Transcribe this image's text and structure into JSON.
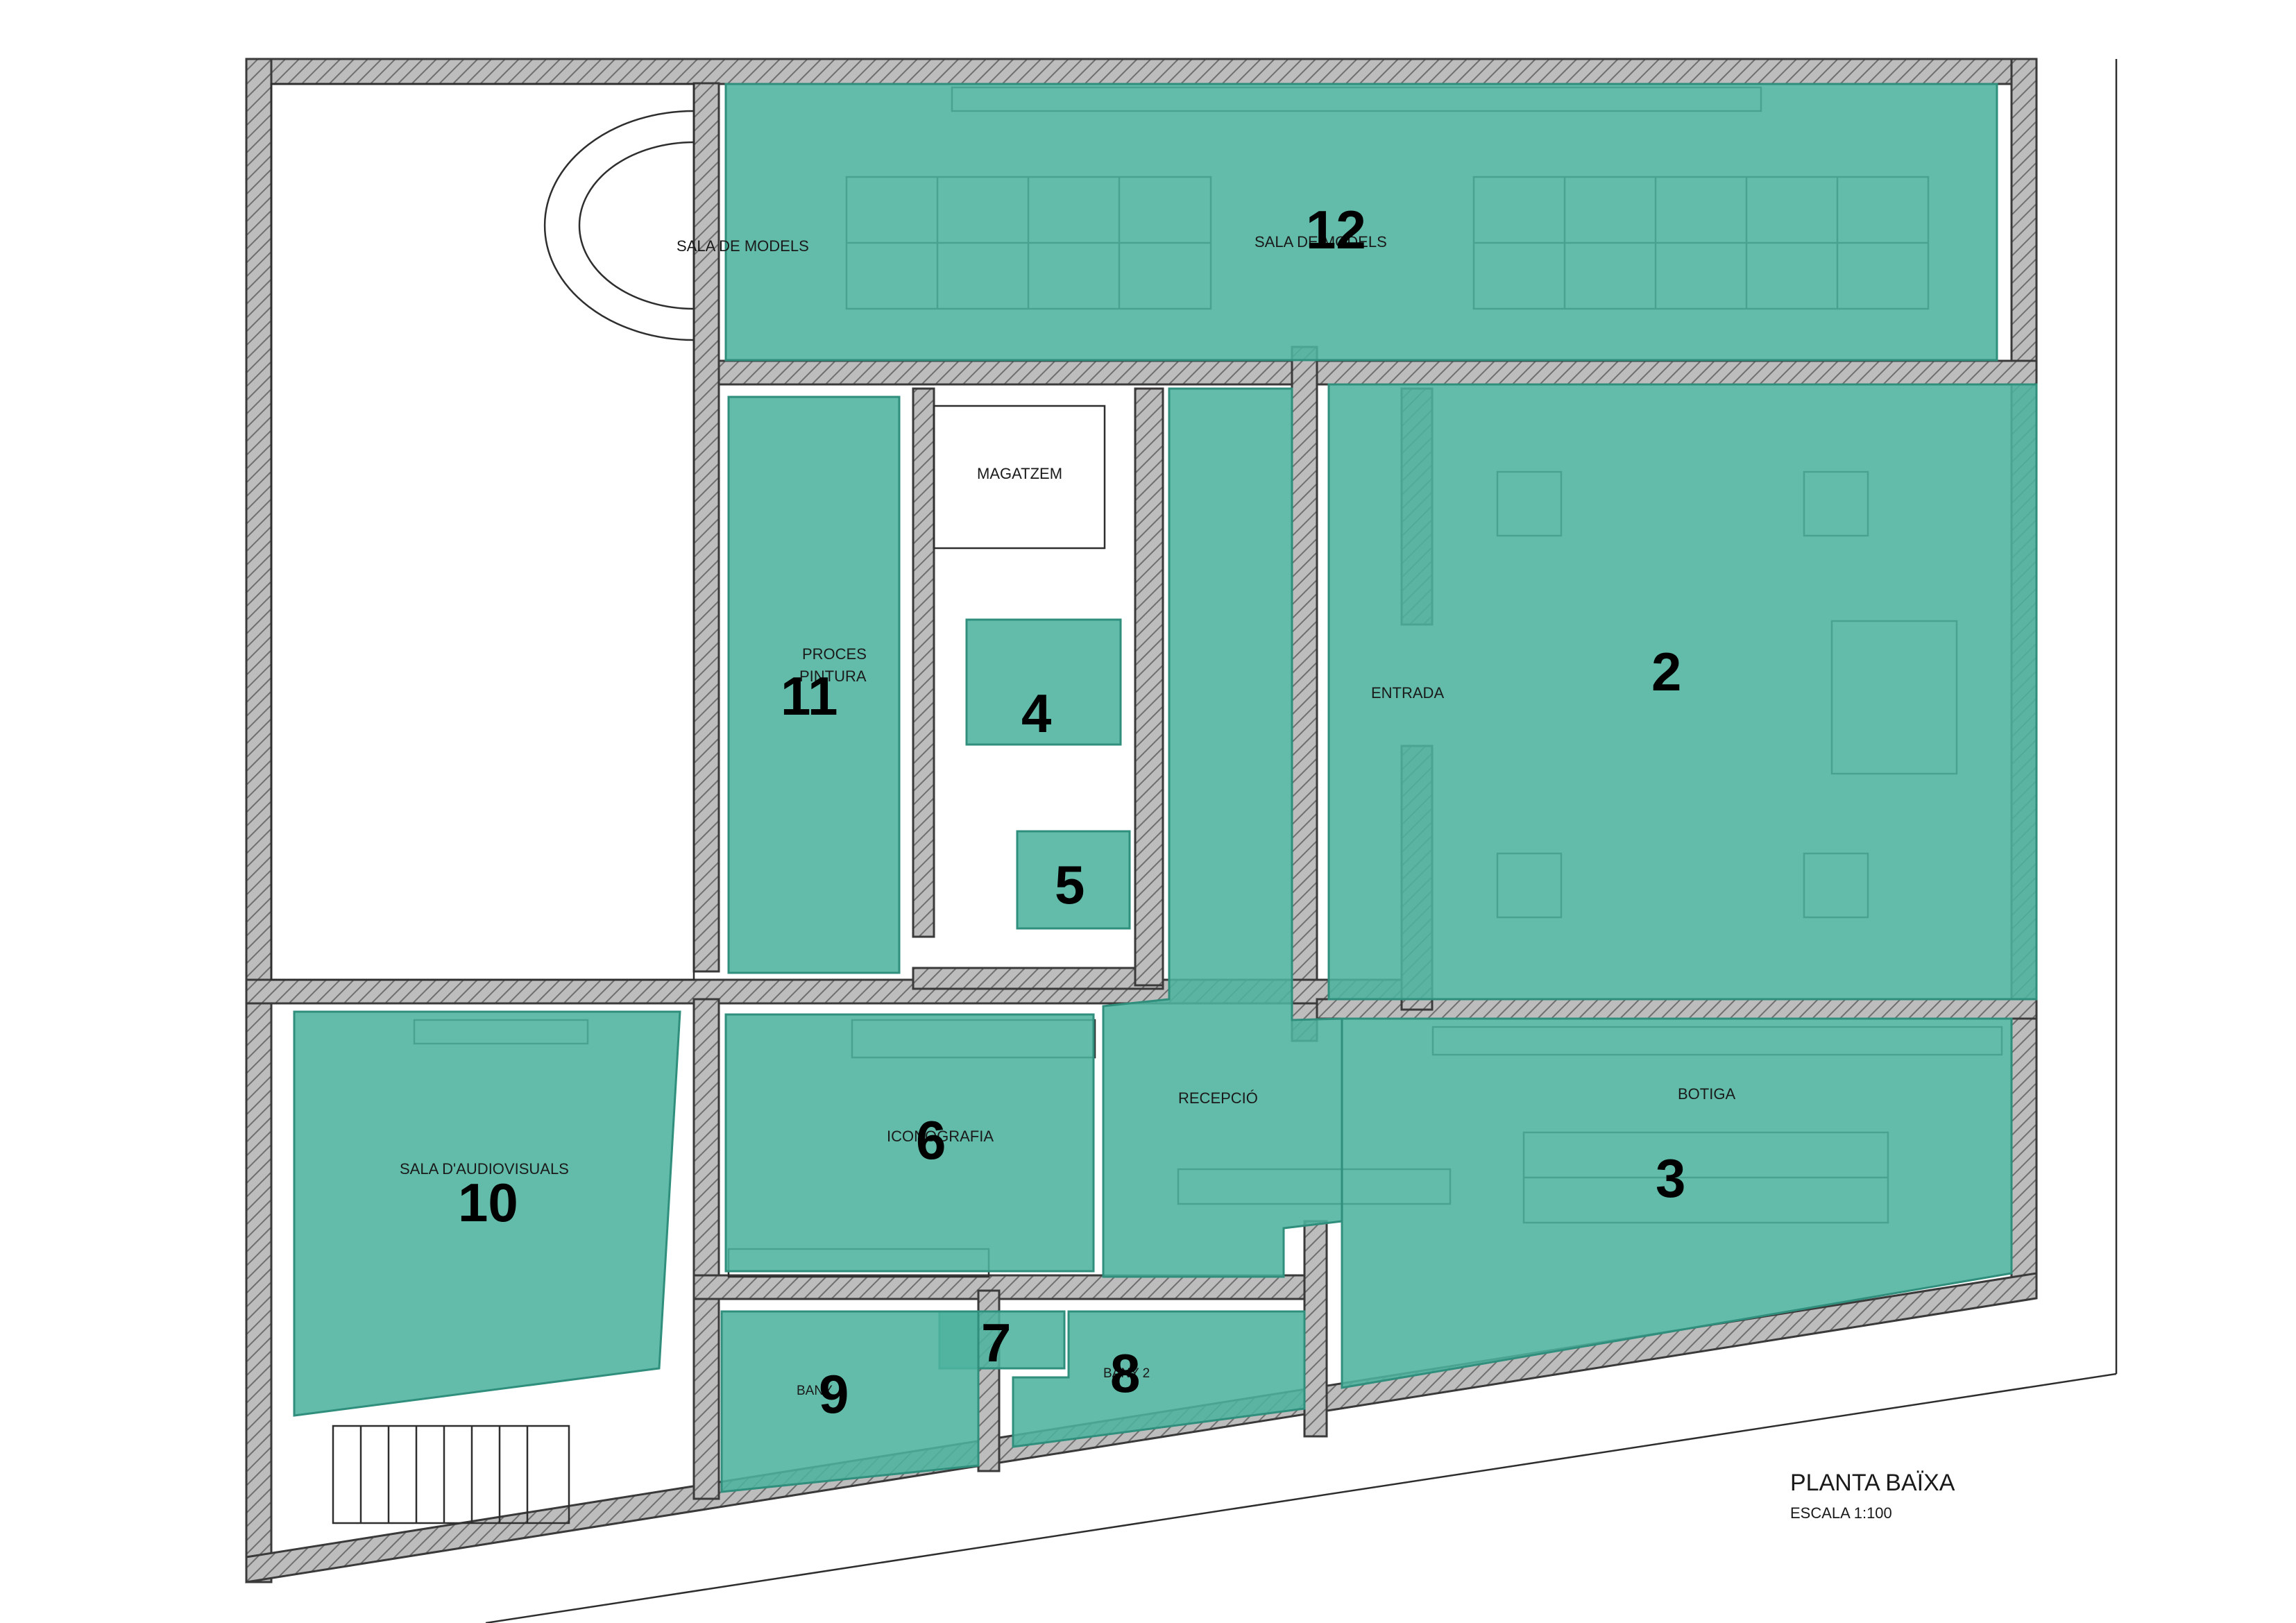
{
  "title": "PLANTA BAÏXA",
  "scale": "ESCALA 1:100",
  "colors": {
    "zone": "#4db39e",
    "wall": "#9a9a9a",
    "line": "#2e2e2e"
  },
  "rooms": {
    "sala_models_west": "SALA DE MODELS",
    "sala_models_east": "SALA DE MODELS",
    "magatzem": "MAGATZEM",
    "proces_1": "PROCES",
    "proces_2": "PINTURA",
    "entrada": "ENTRADA",
    "recepcio": "RECEPCIÓ",
    "botiga": "BOTIGA",
    "iconografia": "ICONOGRAFIA",
    "audiovisuals": "SALA D'AUDIOVISUALS",
    "bany1": "BANY",
    "bany2": "BANY 2"
  },
  "zones": {
    "z2": "2",
    "z3": "3",
    "z4": "4",
    "z5": "5",
    "z6": "6",
    "z7": "7",
    "z8": "8",
    "z9": "9",
    "z10": "10",
    "z11": "11",
    "z12": "12"
  }
}
